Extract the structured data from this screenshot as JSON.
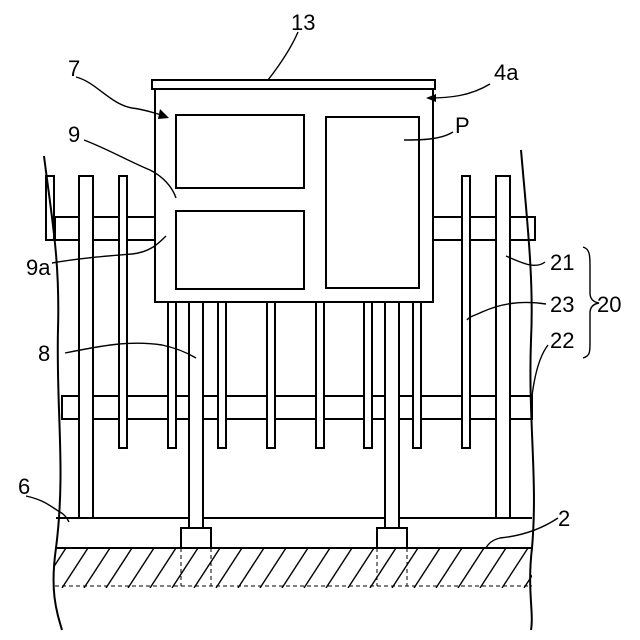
{
  "labels": {
    "n13": "13",
    "n7": "7",
    "n4a": "4a",
    "n9": "9",
    "nP": "P",
    "n9a": "9a",
    "n21": "21",
    "n23": "23",
    "n20": "20",
    "n22": "22",
    "n8": "8",
    "n6": "6",
    "n2": "2"
  }
}
